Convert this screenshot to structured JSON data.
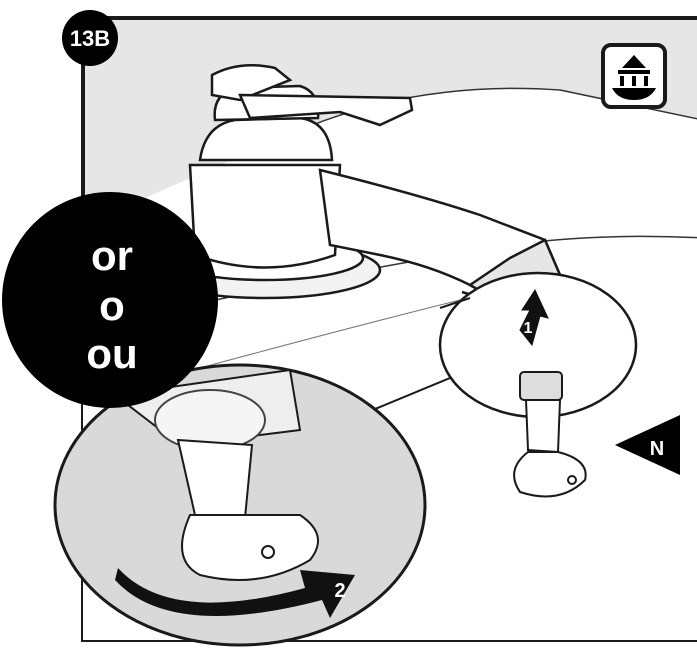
{
  "step_badge": {
    "label": "13B"
  },
  "or_badge": {
    "lines": [
      "or",
      "o",
      "ou"
    ]
  },
  "arrow_labels": {
    "step1": "1",
    "step2": "2"
  },
  "callout_marker": {
    "label": "N"
  },
  "pictogram": {
    "icon": "raise-lower-icon"
  },
  "colors": {
    "background": "#ffffff",
    "panel": "#e6e6e6",
    "outline": "#1a1a1a",
    "badge": "#000000",
    "badge_text": "#ffffff",
    "magnifier_fill": "#d9d9d9"
  }
}
